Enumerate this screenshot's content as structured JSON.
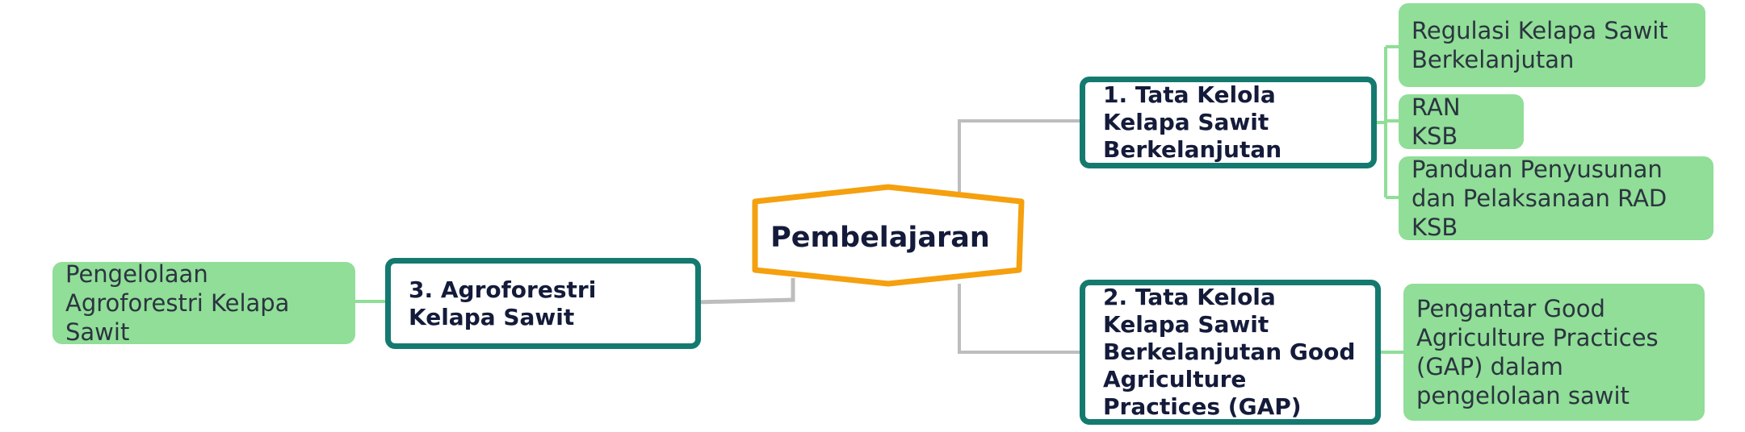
{
  "diagram": {
    "center": {
      "label": "Pembelajaran",
      "color": "#f5a00f"
    },
    "branches": [
      {
        "label": "1. Tata Kelola Kelapa Sawit Berkelanjutan",
        "children": [
          "Regulasi Kelapa Sawit Berkelanjutan",
          "RAN KSB",
          "Panduan Penyusunan dan Pelaksanaan RAD KSB"
        ]
      },
      {
        "label": "2. Tata Kelola Kelapa Sawit Berkelanjutan Good Agriculture Practices (GAP)",
        "children": [
          "Pengantar Good Agriculture Practices (GAP) dalam pengelolaan sawit"
        ]
      },
      {
        "label": "3. Agroforestri Kelapa Sawit",
        "children": [
          "Pengelolaan Agroforestri Kelapa Sawit"
        ]
      }
    ],
    "colors": {
      "branch_border": "#147a70",
      "leaf_fill": "#90de97",
      "connector": "#bdbdbd",
      "leaf_connector": "#90de97"
    }
  }
}
